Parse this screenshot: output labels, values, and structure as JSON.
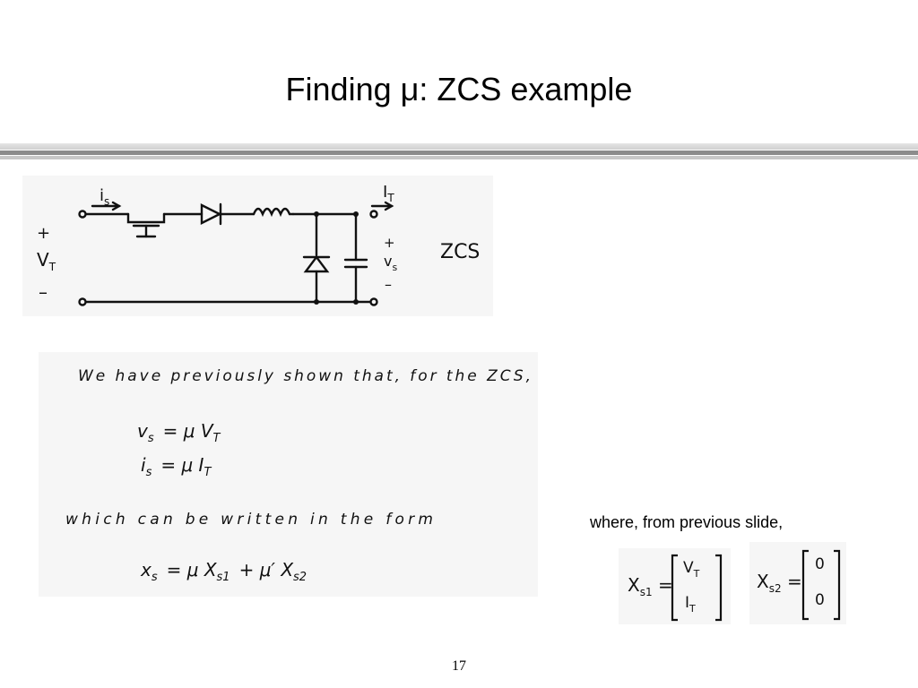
{
  "slide": {
    "title": "Finding μ: ZCS example",
    "page_number": "17"
  },
  "colors": {
    "rule_dark": "#8c8c8c",
    "rule_light": "#d0d0d0",
    "panel_bg": "#f6f6f6"
  },
  "circuit": {
    "current_in": "i",
    "current_in_sub": "s",
    "current_out": "I",
    "current_out_sub": "T",
    "left_plus": "+",
    "left_voltage": "V",
    "left_voltage_sub": "T",
    "left_minus": "–",
    "right_plus": "+",
    "right_voltage": "v",
    "right_voltage_sub": "s",
    "right_minus": "–",
    "label": "ZCS"
  },
  "derivation": {
    "line1": "We have previously shown that, for the ZCS,",
    "eq1_lhs": "v",
    "eq1_lhs_sub": "s",
    "eq1_rhs": "= μ V",
    "eq1_rhs_sub": "T",
    "eq2_lhs": "i",
    "eq2_lhs_sub": "s",
    "eq2_rhs": "= μ I",
    "eq2_rhs_sub": "T",
    "line2": "which can be written in the form",
    "eq3_a": "x",
    "eq3_a_sub": "s",
    "eq3_b": "= μ X",
    "eq3_b_sub": "s1",
    "eq3_c": "+ μ′ X",
    "eq3_c_sub": "s2"
  },
  "caption": "where, from previous slide,",
  "vector1": {
    "name": "X",
    "name_sub": "s1",
    "top": "V",
    "top_sub": "T",
    "bottom": "I",
    "bottom_sub": "T"
  },
  "vector2": {
    "name": "X",
    "name_sub": "s2",
    "top": "0",
    "bottom": "0"
  }
}
